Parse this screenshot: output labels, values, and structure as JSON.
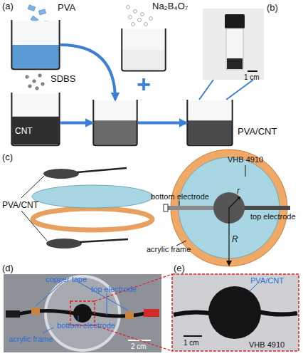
{
  "diagram": {
    "nodes": [
      {
        "text": [
          "PVA"
        ]
      },
      {
        "text": [
          "Na₂B₄O₇"
        ]
      },
      {
        "text": [
          "SDBS",
          "CNT"
        ]
      },
      {
        "text": [
          "+"
        ]
      },
      {
        "text": [
          "PVA/CNT"
        ]
      }
    ],
    "edges": [
      {
        "from": 0,
        "to": 3,
        "arrow": "to"
      },
      {
        "from": 2,
        "to": 3,
        "arrow": "to"
      },
      {
        "from": 3,
        "to": 4,
        "arrow": "to"
      }
    ],
    "labels": [
      "(a)",
      "(b)",
      "1 cm",
      "(c)",
      "PVA/CNT",
      "VHB 4910",
      "bottom electrode",
      "top electrode",
      "acrylic frame",
      "r",
      "R",
      "(d)",
      "copper tape",
      "top electrode",
      "bottom electrode",
      "acrylic frame",
      "2 cm",
      "(e)",
      "PVA/CNT",
      "VHB 4910",
      "1 cm"
    ]
  }
}
